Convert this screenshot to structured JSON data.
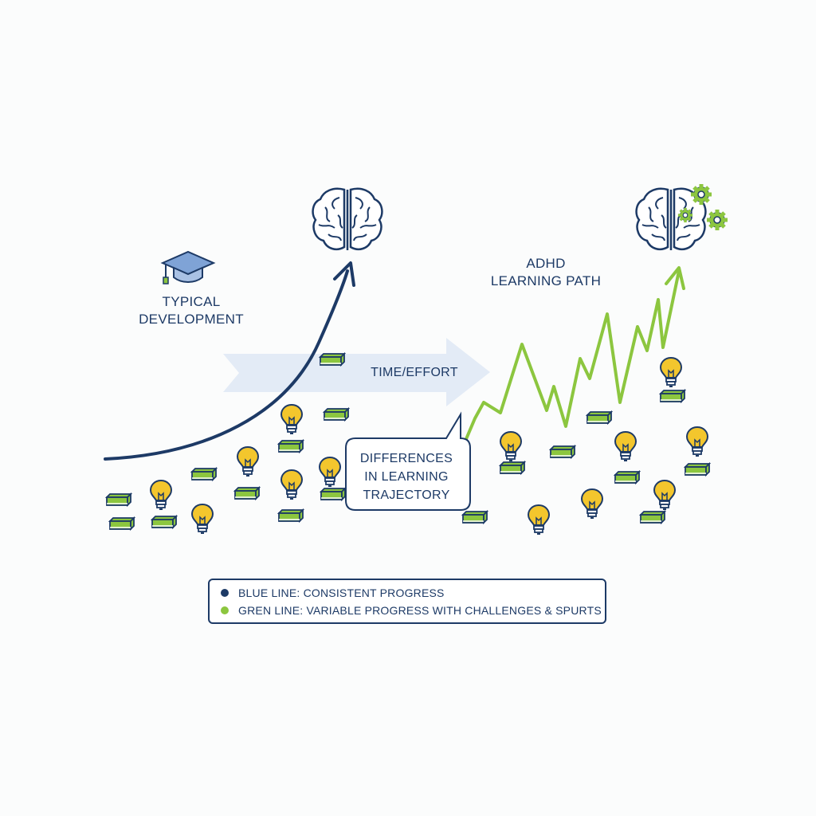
{
  "labels": {
    "typical": "TYPICAL\nDEVELOPMENT",
    "adhd": "ADHD\nLEARNING PATH",
    "time_effort": "TIME/EFFORT",
    "callout": "DIFFERENCES\nIN LEARNING\nTRAJECTORY"
  },
  "legend": {
    "blue": "BLUE LINE: CONSISTENT PROGRESS",
    "green": "GREN LINE: VARIABLE PROGRESS WITH CHALLENGES & SPURTS"
  },
  "colors": {
    "navy": "#1d3a66",
    "green": "#8cc63f",
    "bulb": "#f3c62d",
    "arrow_band": "#e3ebf6"
  },
  "icons": [
    "graduation-cap-icon",
    "brain-icon",
    "brain-gears-icon",
    "lightbulb-icon",
    "book-icon"
  ]
}
